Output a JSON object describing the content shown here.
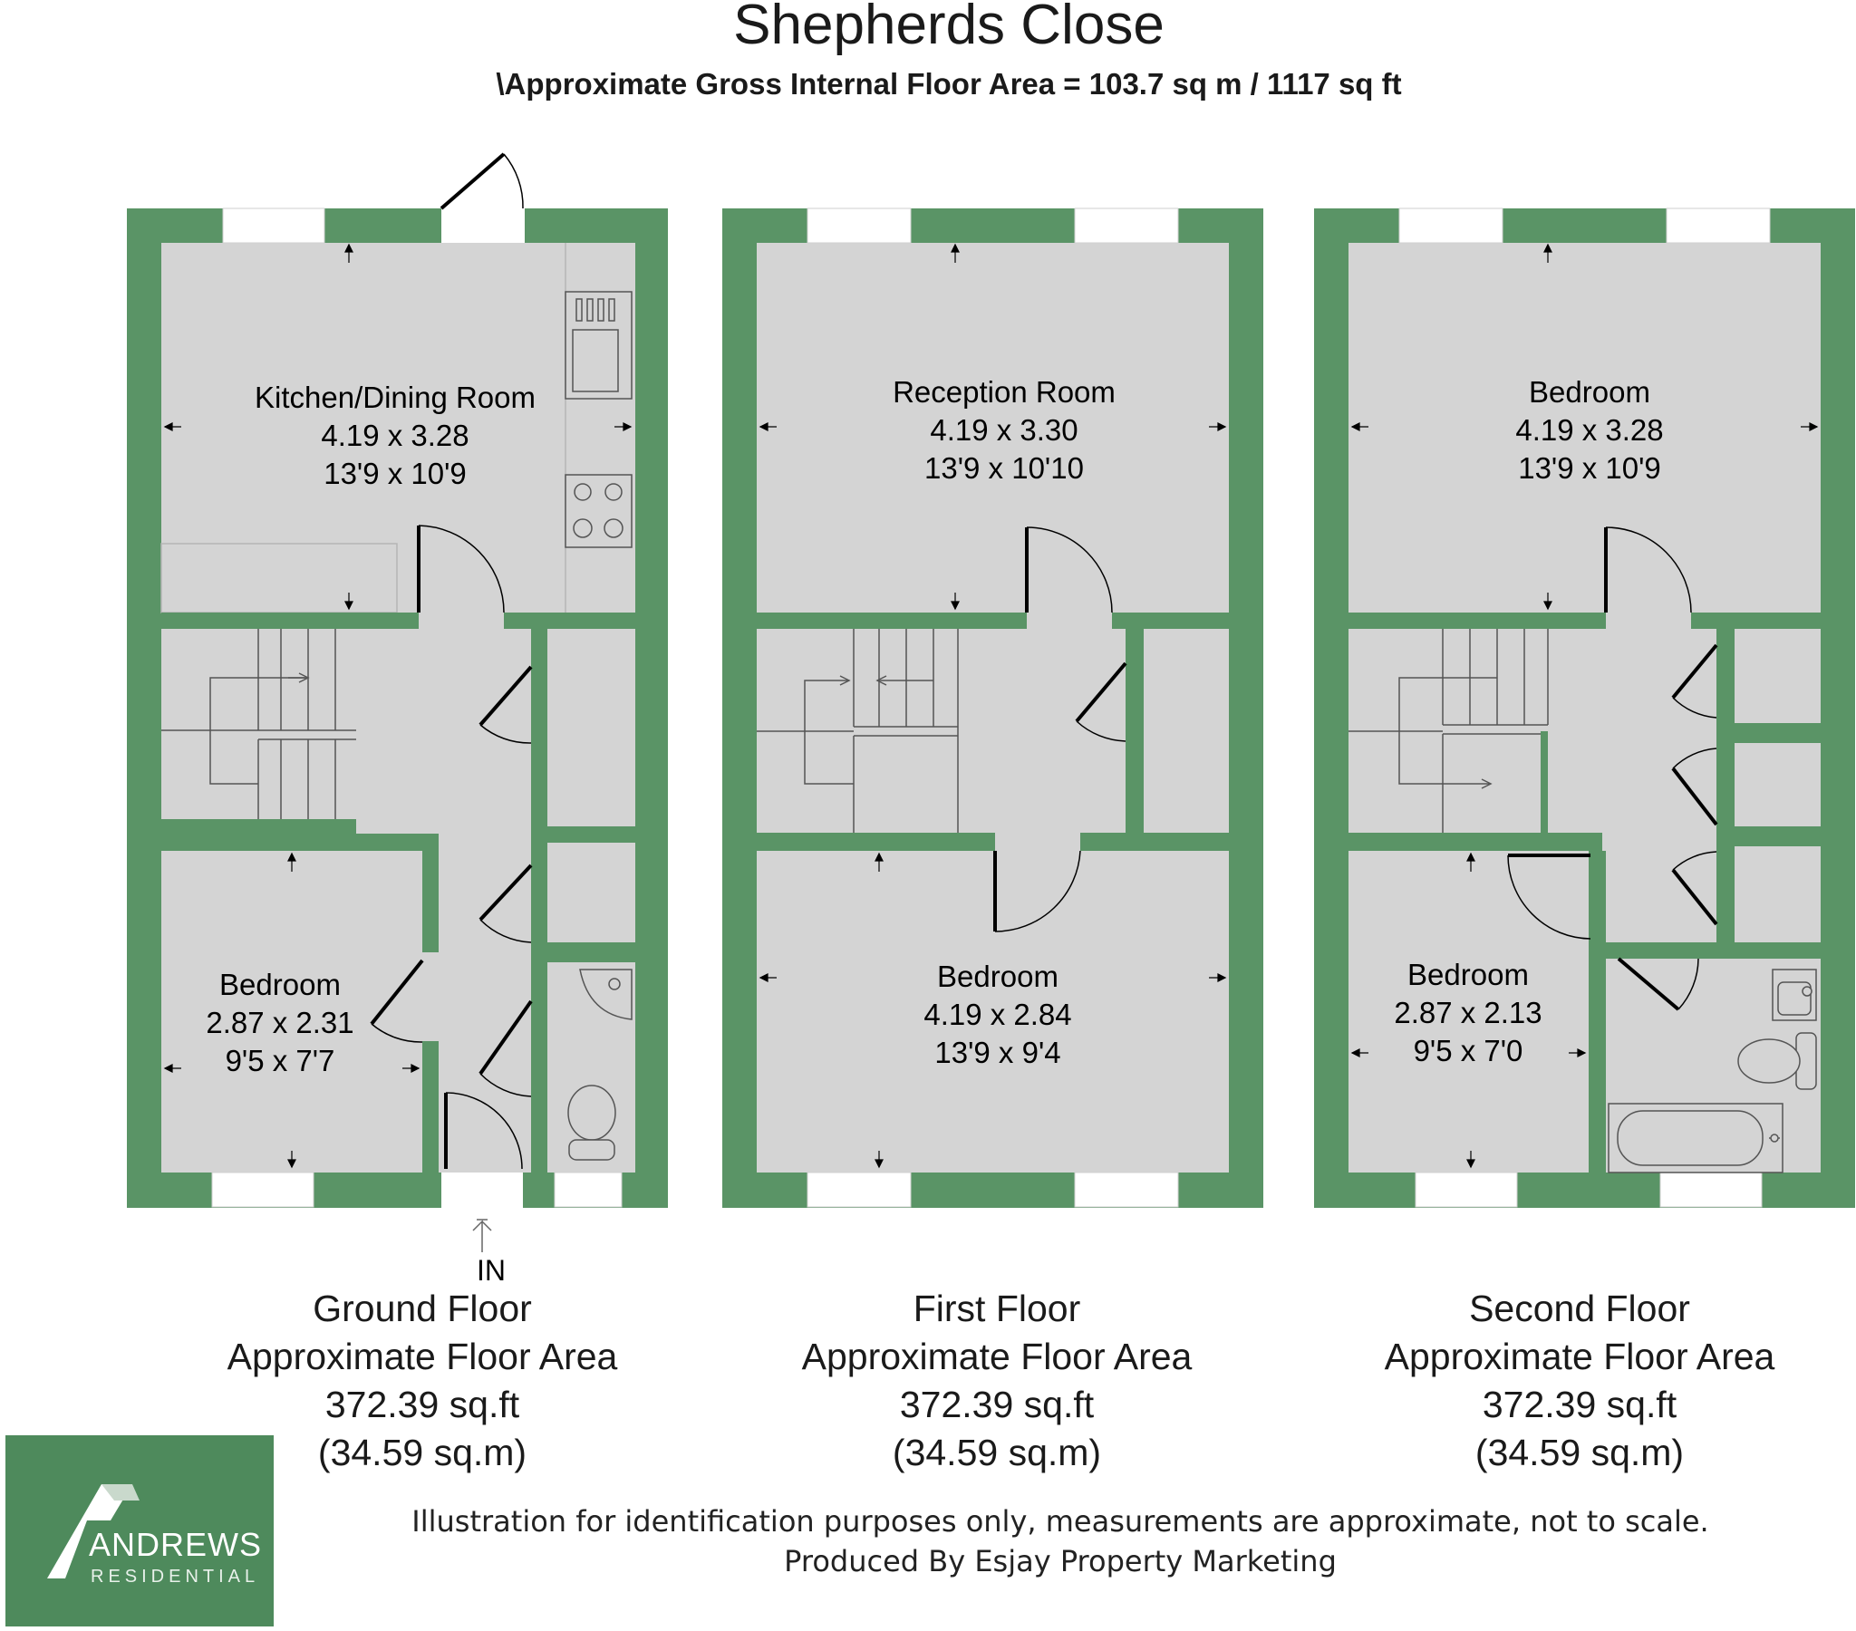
{
  "header": {
    "title": "Shepherds Close",
    "subtitle": "\\Approximate Gross Internal Floor Area = 103.7 sq m / 1117 sq ft"
  },
  "colors": {
    "wall": "#5a9466",
    "room": "#d4d4d4",
    "window": "#ffffff",
    "line": "#000000",
    "logo_bg": "#4e8a5c"
  },
  "entrance": {
    "label": "IN"
  },
  "floors": [
    {
      "name": "Ground Floor",
      "area_label": "Approximate Floor Area",
      "area_sqft": "372.39 sq.ft",
      "area_sqm": "(34.59 sq.m)",
      "rooms": [
        {
          "name": "Kitchen/Dining Room",
          "metric": "4.19 x 3.28",
          "imperial": "13'9 x 10'9"
        },
        {
          "name": "Bedroom",
          "metric": "2.87 x 2.31",
          "imperial": "9'5 x 7'7"
        }
      ]
    },
    {
      "name": "First Floor",
      "area_label": "Approximate Floor Area",
      "area_sqft": "372.39 sq.ft",
      "area_sqm": "(34.59 sq.m)",
      "rooms": [
        {
          "name": "Reception Room",
          "metric": "4.19 x 3.30",
          "imperial": "13'9 x 10'10"
        },
        {
          "name": "Bedroom",
          "metric": "4.19 x 2.84",
          "imperial": "13'9 x 9'4"
        }
      ]
    },
    {
      "name": "Second Floor",
      "area_label": "Approximate Floor Area",
      "area_sqft": "372.39 sq.ft",
      "area_sqm": "(34.59 sq.m)",
      "rooms": [
        {
          "name": "Bedroom",
          "metric": "4.19 x 3.28",
          "imperial": "13'9 x 10'9"
        },
        {
          "name": "Bedroom",
          "metric": "2.87 x 2.13",
          "imperial": "9'5 x 7'0"
        }
      ]
    }
  ],
  "footer": {
    "disclaimer": "Illustration for identification purposes only, measurements are approximate, not to scale.",
    "producer": "Produced By Esjay Property Marketing"
  },
  "logo": {
    "name": "ANDREWS",
    "sub": "RESIDENTIAL"
  }
}
